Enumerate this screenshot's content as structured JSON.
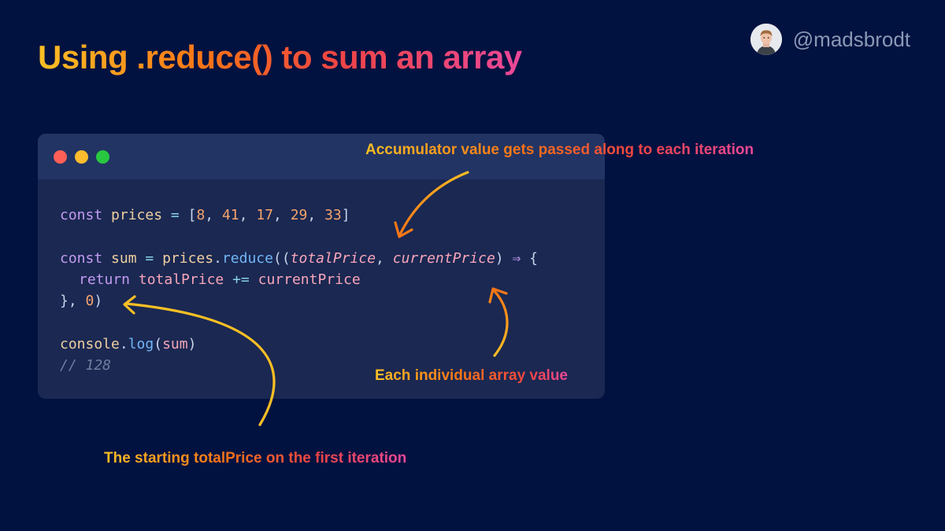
{
  "header": {
    "title": "Using .reduce() to sum an array",
    "author_handle": "@madsbrodt"
  },
  "window": {
    "controls": [
      "close",
      "minimize",
      "maximize"
    ],
    "control_colors": [
      "#ff5f57",
      "#febc2e",
      "#28c840"
    ]
  },
  "code": {
    "line1": {
      "kw": "const",
      "name": "prices",
      "eq": "=",
      "open": "[",
      "values": [
        "8",
        "41",
        "17",
        "29",
        "33"
      ],
      "close": "]"
    },
    "line2": {
      "kw": "const",
      "name": "sum",
      "eq": "=",
      "obj": "prices",
      "dot": ".",
      "method": "reduce",
      "open": "((",
      "param1": "totalPrice",
      "comma": ",",
      "param2": "currentPrice",
      "close_paren": ")",
      "arrow": "⇒",
      "brace": "{"
    },
    "line3": {
      "kw": "return",
      "left": "totalPrice",
      "op": "+=",
      "right": "currentPrice"
    },
    "line4": {
      "close": "},",
      "initial": "0",
      "end": ")"
    },
    "line5": {
      "obj": "console",
      "dot": ".",
      "method": "log",
      "open": "(",
      "arg": "sum",
      "close": ")"
    },
    "line6": {
      "comment": "// 128"
    }
  },
  "annotations": {
    "accumulator": "Accumulator value gets passed along to each iteration",
    "current_value": "Each individual array value",
    "initial_value": "The starting totalPrice on the first iteration"
  },
  "colors": {
    "background": "#011240",
    "window": "#1a2852",
    "titlebar": "#223463",
    "arrow_yellow": "#fbbf24",
    "arrow_orange": "#f97316"
  }
}
